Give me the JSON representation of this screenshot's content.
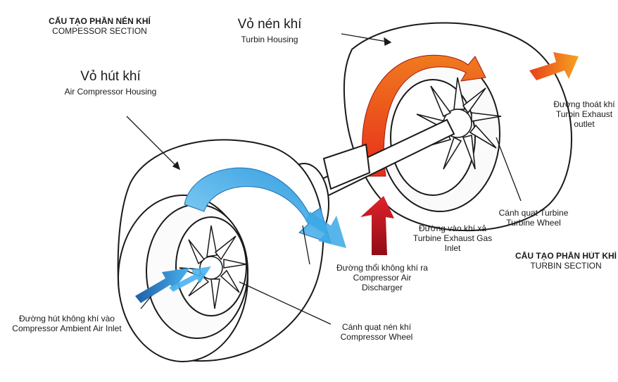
{
  "labels": {
    "compressor_section": {
      "vi": "CẤU TẠO PHẦN NÉN KHÍ",
      "en": "COMPESSOR SECTION"
    },
    "turbin_housing": {
      "vi": "Vỏ nén khí",
      "en": "Turbin Housing"
    },
    "air_compressor_housing": {
      "vi": "Vỏ hút khí",
      "en": "Air Compressor Housing"
    },
    "turbin_exhaust_outlet": {
      "vi": "Đường thoát khí",
      "en1": "Turbin Exhaust",
      "en2": "outlet"
    },
    "turbine_wheel": {
      "vi": "Cánh quạt Turbine",
      "en": "Turbine Wheel"
    },
    "exhaust_gas_inlet": {
      "vi": "Đường vào khí xả",
      "en1": "Turbine Exhaust Gas",
      "en2": "Inlet"
    },
    "turbin_section": {
      "vi": "CẤU TẠO PHẦN HÚT KHÍ",
      "en": "TURBIN SECTION"
    },
    "compressor_air_discharger": {
      "vi": "Đường thổi không khí ra",
      "en1": "Compressor Air",
      "en2": "Discharger"
    },
    "ambient_air_inlet": {
      "vi": "Đường hút không khí vào",
      "en": "Compressor Ambient Air Inlet"
    },
    "compressor_wheel": {
      "vi": "Cánh quạt nén khí",
      "en": "Compressor Wheel"
    }
  },
  "colors": {
    "cold_air": "#3aa8e6",
    "cold_air_dark": "#1d5fa8",
    "hot_gas": "#e8301c",
    "hot_gas_light": "#f57a1f",
    "inlet_gas": "#c0141c",
    "line": "#1a1a1a"
  }
}
